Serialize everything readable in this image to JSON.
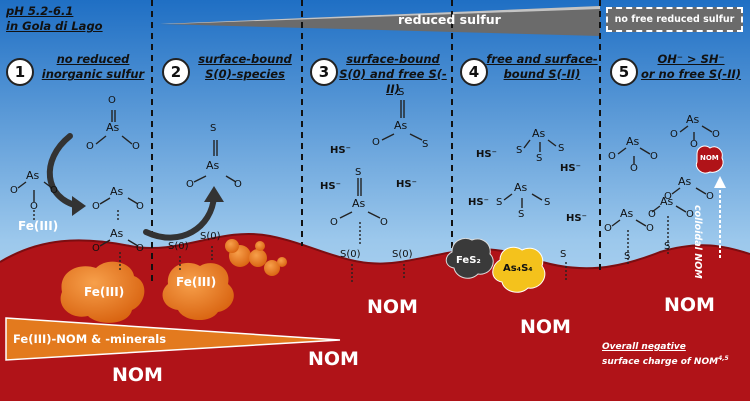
{
  "header": {
    "ph_line1": "pH 5.2-6.1",
    "ph_line2": "in Gola di Lago",
    "reduced_sulfur": "reduced sulfur",
    "no_free_reduced_sulfur": "no free reduced sulfur"
  },
  "zones": [
    {
      "number": "1",
      "title_line1": "no reduced",
      "title_line2": "inorganic sulfur"
    },
    {
      "number": "2",
      "title_line1": "surface-bound",
      "title_line2": "S(0)-species"
    },
    {
      "number": "3",
      "title_line1": "surface-bound",
      "title_line2": "S(0) and free S(-II)"
    },
    {
      "number": "4",
      "title_line1": "free and surface-",
      "title_line2": "bound S(-II)"
    },
    {
      "number": "5",
      "title_line1": "OH⁻ > SH⁻",
      "title_line2": "or no free S(-II)"
    }
  ],
  "species": {
    "as": "As",
    "o": "O",
    "s": "S",
    "hs": "HS⁻",
    "s0": "S(0)",
    "fe3": "Fe(III)",
    "fes2": "FeS₂",
    "as4s4": "As₄S₄",
    "nom_badge": "NOM"
  },
  "sediment": {
    "nom": "NOM",
    "wedge_label": "Fe(III)-NOM & -minerals",
    "neg_note_line1": "Overall negative",
    "neg_note_line2": "surface charge of NOM",
    "neg_note_sup": "4,5",
    "colloidal": "colloidal NOM"
  },
  "colors": {
    "water_top": "#1f73c9",
    "water_bottom": "#b8d9f2",
    "sediment": "#b01318",
    "fe_orange": "#e9781f",
    "fes2": "#3a3a3a",
    "as4s4": "#f4c21c",
    "gray_wedge": "#6b6b6b"
  }
}
